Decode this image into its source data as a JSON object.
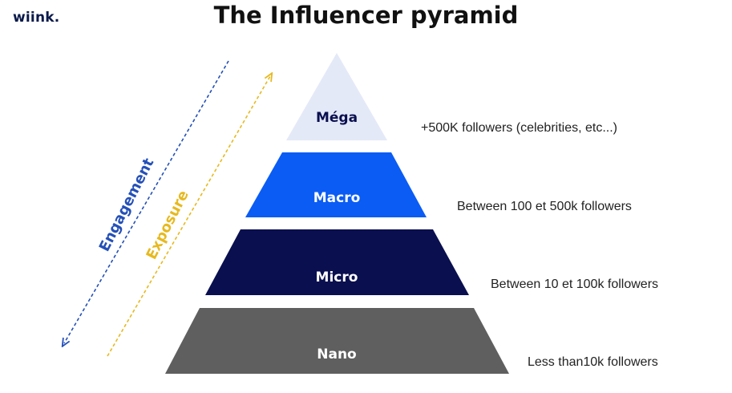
{
  "brand": {
    "logo_text": "wiink."
  },
  "title": "The Influencer pyramid",
  "colors": {
    "mega": "#e4e9f8",
    "macro": "#0a5cf4",
    "micro": "#0a0f4f",
    "nano": "#5f5f5f",
    "engagement": "#2450b8",
    "exposure": "#e7b91f"
  },
  "tiers": [
    {
      "label": "Méga",
      "description": "+500K followers (celebrities, etc...)"
    },
    {
      "label": "Macro",
      "description": "Between 100 et 500k followers"
    },
    {
      "label": "Micro",
      "description": "Between 10 et 100k followers"
    },
    {
      "label": "Nano",
      "description": "Less than10k followers"
    }
  ],
  "axes": {
    "engagement": {
      "label": "Engagement",
      "direction": "down"
    },
    "exposure": {
      "label": "Exposure",
      "direction": "up"
    }
  }
}
